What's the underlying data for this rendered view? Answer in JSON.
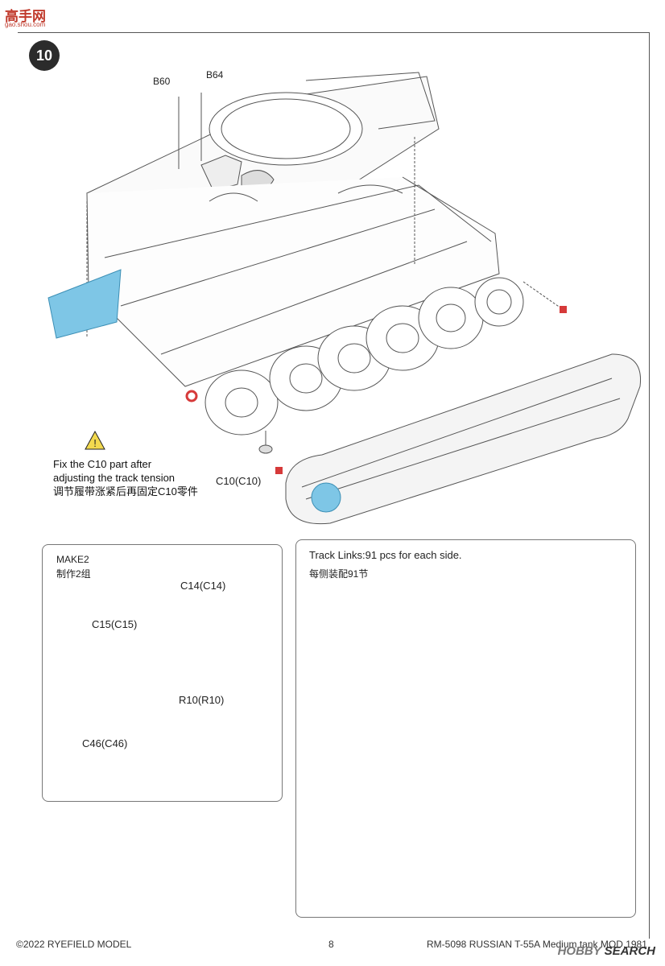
{
  "watermark": {
    "logo_text": "高手网",
    "url_text": "gao.shou.com"
  },
  "step": {
    "number": "10"
  },
  "main": {
    "labels": {
      "b60": "B60",
      "b64": "B64",
      "c10": "C10(C10)"
    },
    "note_en_1": "Fix the C10 part after",
    "note_en_2": "adjusting the track tension",
    "note_cn": "调节履带涨紧后再固定C10零件"
  },
  "make2_panel": {
    "title_en": "MAKE2",
    "title_cn": "制作2组",
    "labels": {
      "c14": "C14(C14)",
      "c15": "C15(C15)",
      "r10": "R10(R10)",
      "c46": "C46(C46)"
    }
  },
  "track_panel": {
    "title_en": "Track Links:91 pcs for each side.",
    "title_cn": "每侧装配91节"
  },
  "footer": {
    "copyright": "©2022 RYEFIELD MODEL",
    "page_number": "8",
    "model_title": "RM-5098 RUSSIAN T-55A Medium tank MOD.1981"
  },
  "source_logo": {
    "part1": "HOBBY",
    "part2": "SEARCH"
  },
  "colors": {
    "highlight_blue": "#7ec6e6",
    "accent_red": "#d63a3a",
    "line": "#555555"
  }
}
